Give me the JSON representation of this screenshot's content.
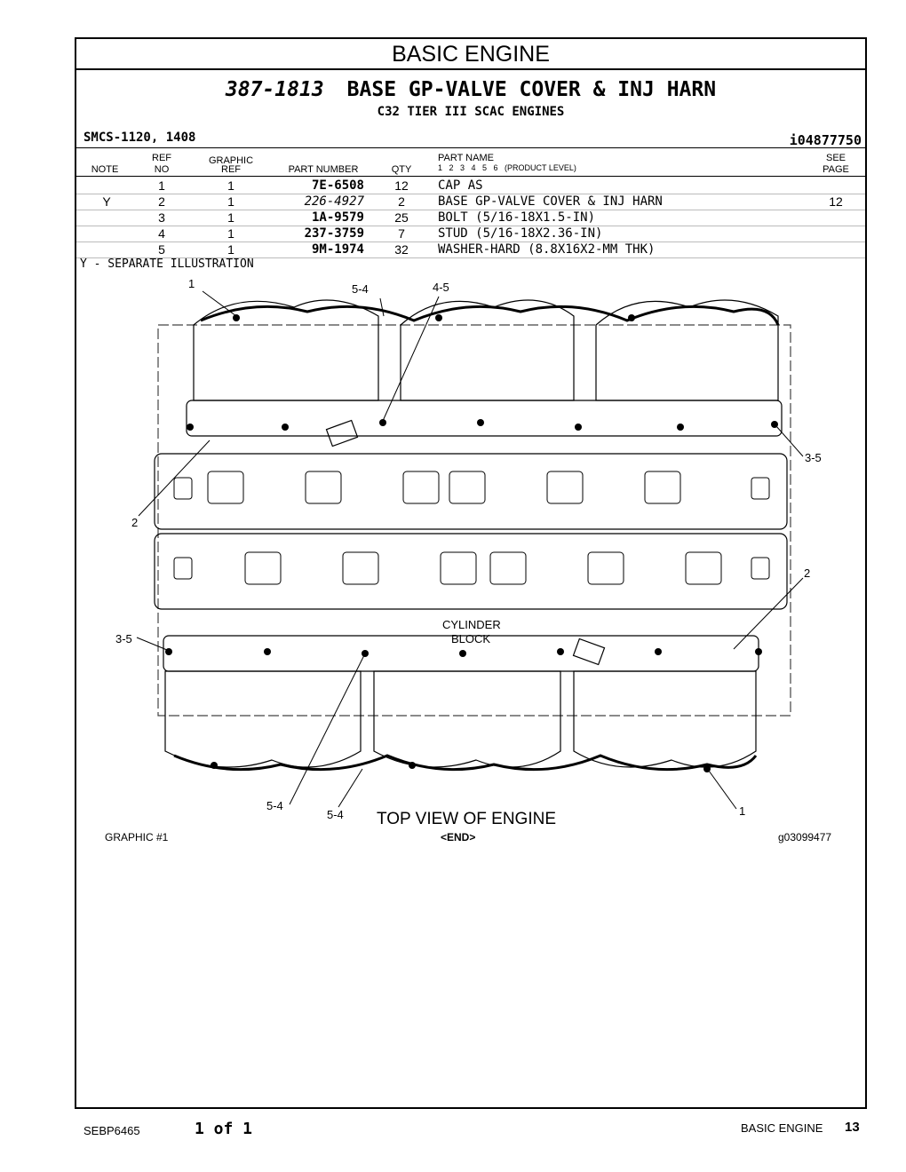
{
  "section_title": "BASIC ENGINE",
  "group": {
    "part_number": "387-1813",
    "name": "BASE GP-VALVE COVER & INJ HARN",
    "subtitle": "C32 TIER III SCAC ENGINES"
  },
  "smcs": "SMCS-1120, 1408",
  "ident": "i04877750",
  "table_headers": {
    "note": "NOTE",
    "ref_top": "REF",
    "ref_bottom": "NO",
    "graphic_top": "GRAPHIC",
    "graphic_bottom": "REF",
    "part_number": "PART NUMBER",
    "qty": "QTY",
    "part_name": "PART NAME",
    "product_level": "1   2   3   4   5   6   (PRODUCT LEVEL)",
    "see_top": "SEE",
    "see_bottom": "PAGE"
  },
  "rows": [
    {
      "note": "",
      "ref": "1",
      "graphic": "1",
      "part_number": "7E-6508",
      "qty": "12",
      "name": "CAP AS",
      "see": ""
    },
    {
      "note": "Y",
      "ref": "2",
      "graphic": "1",
      "part_number": "226-4927",
      "qty": "2",
      "name": "BASE GP-VALVE COVER & INJ HARN",
      "see": "12"
    },
    {
      "note": "",
      "ref": "3",
      "graphic": "1",
      "part_number": "1A-9579",
      "qty": "25",
      "name": "BOLT (5/16-18X1.5-IN)",
      "see": ""
    },
    {
      "note": "",
      "ref": "4",
      "graphic": "1",
      "part_number": "237-3759",
      "qty": "7",
      "name": "STUD (5/16-18X2.36-IN)",
      "see": ""
    },
    {
      "note": "",
      "ref": "5",
      "graphic": "1",
      "part_number": "9M-1974",
      "qty": "32",
      "name": "WASHER-HARD (8.8X16X2-MM THK)",
      "see": ""
    }
  ],
  "note_legend": "Y - SEPARATE ILLUSTRATION",
  "callouts": {
    "c1_top": "1",
    "c54_top": "5-4",
    "c45_top": "4-5",
    "c35_right": "3-5",
    "c2_left": "2",
    "c2_right": "2",
    "c35_left": "3-5",
    "c54_bottom_a": "5-4",
    "c54_bottom_b": "5-4",
    "c1_bottom": "1",
    "block_line1": "CYLINDER",
    "block_line2": "BLOCK"
  },
  "view_title": "TOP VIEW OF ENGINE",
  "graphic_label": "GRAPHIC #1",
  "end_marker": "<END>",
  "graphic_id": "g03099477",
  "footer": {
    "doc_id": "SEBP6465",
    "page_of": "1 of 1",
    "section": "BASIC ENGINE",
    "page_number": "13"
  }
}
